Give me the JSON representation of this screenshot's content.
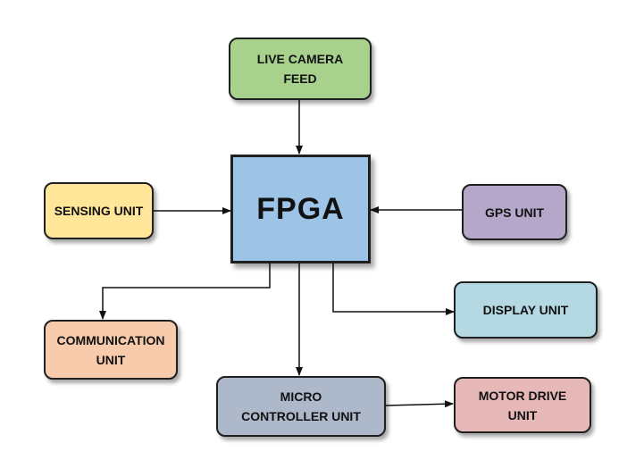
{
  "nodes": {
    "camera": {
      "label": "LIVE CAMERA\nFEED",
      "color": "#a9d18e"
    },
    "fpga": {
      "label": "FPGA",
      "color": "#9dc3e6"
    },
    "sensing": {
      "label": "SENSING UNIT",
      "color": "#ffe699"
    },
    "gps": {
      "label": "GPS UNIT",
      "color": "#b4a7c9"
    },
    "display": {
      "label": "DISPLAY UNIT",
      "color": "#b4d9e3"
    },
    "communication": {
      "label": "COMMUNICATION\nUNIT",
      "color": "#f8cbad"
    },
    "micro": {
      "label": "MICRO\nCONTROLLER UNIT",
      "color": "#adb9ca"
    },
    "motor": {
      "label": "MOTOR DRIVE\nUNIT",
      "color": "#e6b8b7"
    }
  },
  "edges": [
    {
      "from": "LIVE CAMERA FEED",
      "to": "FPGA"
    },
    {
      "from": "SENSING UNIT",
      "to": "FPGA"
    },
    {
      "from": "GPS UNIT",
      "to": "FPGA"
    },
    {
      "from": "FPGA",
      "to": "COMMUNICATION UNIT"
    },
    {
      "from": "FPGA",
      "to": "MICRO CONTROLLER UNIT"
    },
    {
      "from": "FPGA",
      "to": "DISPLAY UNIT"
    },
    {
      "from": "MICRO CONTROLLER UNIT",
      "to": "MOTOR DRIVE UNIT"
    }
  ]
}
